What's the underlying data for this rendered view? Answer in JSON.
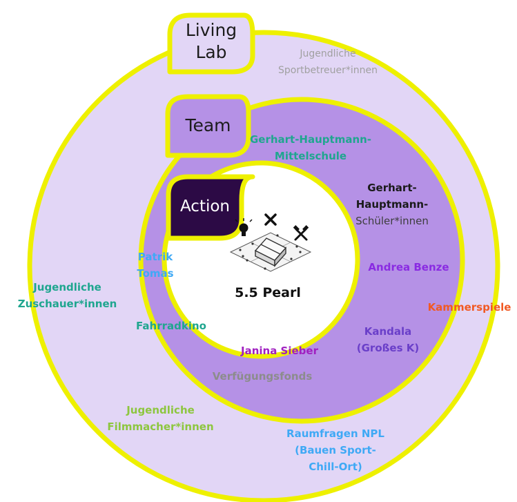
{
  "colors": {
    "ring_outer": "#e2d6f6",
    "ring_middle": "#b591e6",
    "center": "#ffffff",
    "border": "#eef000",
    "action_tab": "#2c0a45"
  },
  "tabs": {
    "living_lab": [
      "Living",
      "Lab"
    ],
    "team": "Team",
    "action": "Action"
  },
  "center": {
    "title": "5.5 Pearl",
    "icons": [
      "lightbulb-icon",
      "tools-cross-icon",
      "hammer-pick-icon",
      "house-plan-icon"
    ]
  },
  "outer_ring": {
    "jugendliche_sportbetreuer": {
      "lines": [
        "Jugendliche",
        "Sportbetreuer*innen"
      ],
      "color": "#a0a0a0"
    },
    "jugendliche_zuschauer": {
      "lines": [
        "Jugendliche",
        "Zuschauer*innen"
      ],
      "color": "#1fa68f"
    },
    "kammerspiele": {
      "lines": [
        "Kammerspiele"
      ],
      "color": "#f15a24"
    },
    "jugendliche_filmmacher": {
      "lines": [
        "Jugendliche",
        "Filmmacher*innen"
      ],
      "color": "#8dc63f"
    },
    "raumfragen": {
      "lines": [
        "Raumfragen NPL",
        "(Bauen Sport-",
        "Chill-Ort)"
      ],
      "color": "#3fa9f5"
    }
  },
  "middle_ring": {
    "gerhart_mittelschule": {
      "lines": [
        "Gerhart-Hauptmann-",
        "Mittelschule"
      ],
      "color": "#1fa68f"
    },
    "gerhart_schueler": {
      "lines": [
        "Gerhart-",
        "Hauptmann-",
        "Schüler*innen"
      ],
      "colors": [
        "#1a1a1a",
        "#1a1a1a",
        "#3d3d3d"
      ]
    },
    "patrik_tomas": {
      "lines": [
        "Patrik",
        "Tomas"
      ],
      "color": "#3fa9f5"
    },
    "andrea_benze": {
      "lines": [
        "Andrea Benze"
      ],
      "color": "#8a2be2"
    },
    "fahrradkino": {
      "lines": [
        "Fahrradkino"
      ],
      "color": "#1fa68f"
    },
    "kandala": {
      "lines": [
        "Kandala",
        "(Großes K)"
      ],
      "color": "#6a3fc9"
    },
    "janina_sieber": {
      "lines": [
        "Janina Sieber"
      ],
      "color": "#a020c0"
    },
    "verfuegungsfonds": {
      "lines": [
        "Verfügungsfonds"
      ],
      "color": "#8c8c8c"
    }
  }
}
